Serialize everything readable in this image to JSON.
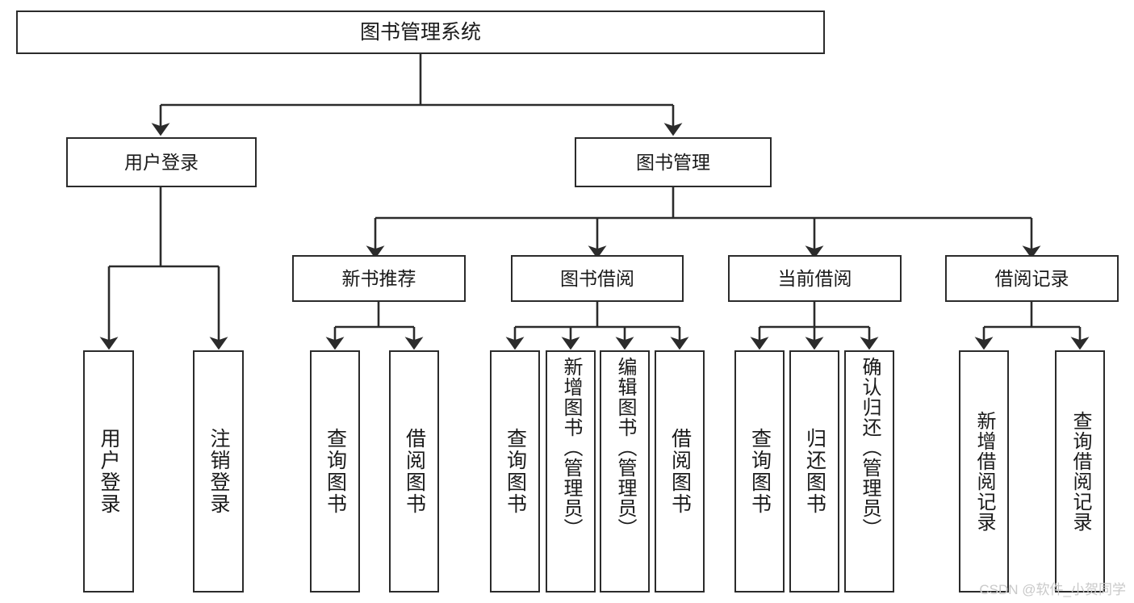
{
  "diagram": {
    "type": "tree-flowchart",
    "title": "图书管理系统",
    "watermark": "CSDN @软件_小贺同学",
    "colors": {
      "box_border": "#2b2b2b",
      "box_fill": "#ffffff",
      "edge": "#2b2b2b",
      "text": "#1a1a1a",
      "watermark": "#c9c9c9",
      "background": "#ffffff"
    },
    "nodes": {
      "root": {
        "label": "图书管理系统"
      },
      "level1": [
        {
          "id": "user-login",
          "label": "用户登录"
        },
        {
          "id": "book-management",
          "label": "图书管理"
        }
      ],
      "level2": [
        {
          "id": "new-book-recommend",
          "label": "新书推荐"
        },
        {
          "id": "book-borrow",
          "label": "图书借阅"
        },
        {
          "id": "current-borrow",
          "label": "当前借阅"
        },
        {
          "id": "borrow-record",
          "label": "借阅记录"
        }
      ],
      "leaves": {
        "user-login": [
          {
            "id": "leaf-user-login",
            "label": "用户登录"
          },
          {
            "id": "leaf-logout-login",
            "label": "注销登录"
          }
        ],
        "new-book-recommend": [
          {
            "id": "leaf-query-book-1",
            "label": "查询图书"
          },
          {
            "id": "leaf-borrow-book-1",
            "label": "借阅图书"
          }
        ],
        "book-borrow": [
          {
            "id": "leaf-query-book-2",
            "label": "查询图书"
          },
          {
            "id": "leaf-add-book",
            "label": "新增图书（管理员）"
          },
          {
            "id": "leaf-edit-book",
            "label": "编辑图书（管理员）"
          },
          {
            "id": "leaf-borrow-book-2",
            "label": "借阅图书"
          }
        ],
        "current-borrow": [
          {
            "id": "leaf-query-book-3",
            "label": "查询图书"
          },
          {
            "id": "leaf-return-book",
            "label": "归还图书"
          },
          {
            "id": "leaf-confirm-return",
            "label": "确认归还（管理员）"
          }
        ],
        "borrow-record": [
          {
            "id": "leaf-add-record",
            "label": "新增借阅记录"
          },
          {
            "id": "leaf-query-record",
            "label": "查询借阅记录"
          }
        ]
      }
    }
  }
}
